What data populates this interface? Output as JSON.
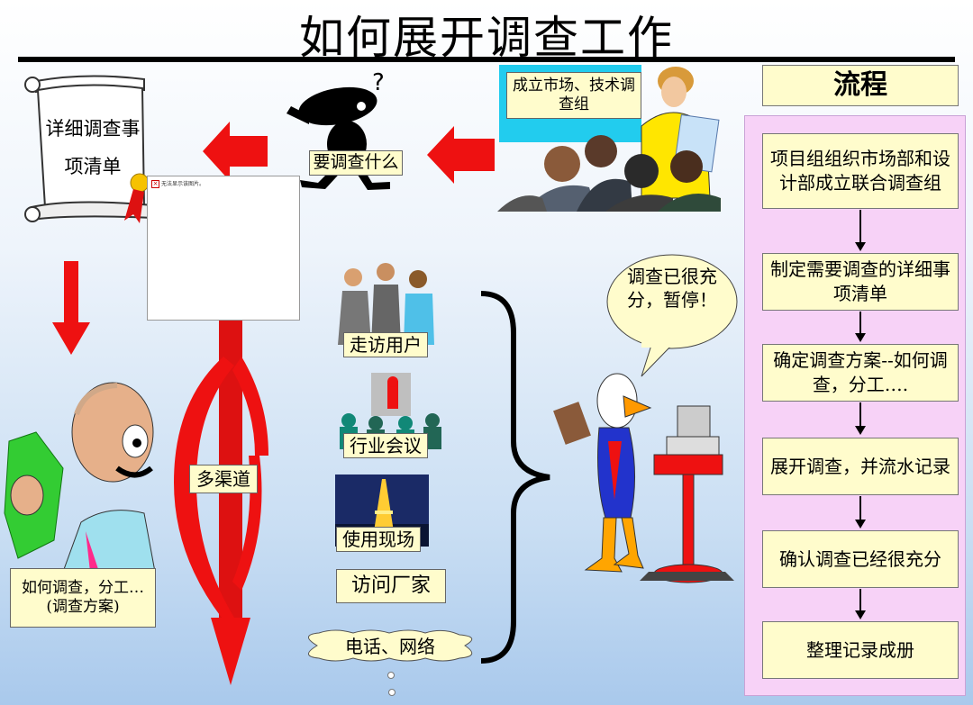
{
  "title": "如何展开调查工作",
  "flow": {
    "title": "流程",
    "steps": [
      "项目组组织市场部和设计部成立联合调查组",
      "制定需要调查的详细事项清单",
      "确定调查方案--如何调查，分工….",
      "展开调查，并流水记录",
      "确认调查已经很充分",
      "整理记录成册"
    ]
  },
  "labels": {
    "team": "成立市场、技术调查组",
    "what_to_survey": "要调查什么",
    "scroll": "详细调查事项清单",
    "plan": "如何调查，分工…(调查方案)",
    "multi_channel": "多渠道",
    "speech_bubble": "调查已很充分，暂停！"
  },
  "channels": [
    "走访用户",
    "行业会议",
    "使用现场",
    "访问厂家",
    "电话、网络"
  ],
  "broken_image_text": "无法显示该图片。",
  "colors": {
    "label_bg": "#fffccc",
    "flow_panel": "#f7d2f7",
    "red_arrow": "#ee1111",
    "team_bg": "#22ccee"
  }
}
